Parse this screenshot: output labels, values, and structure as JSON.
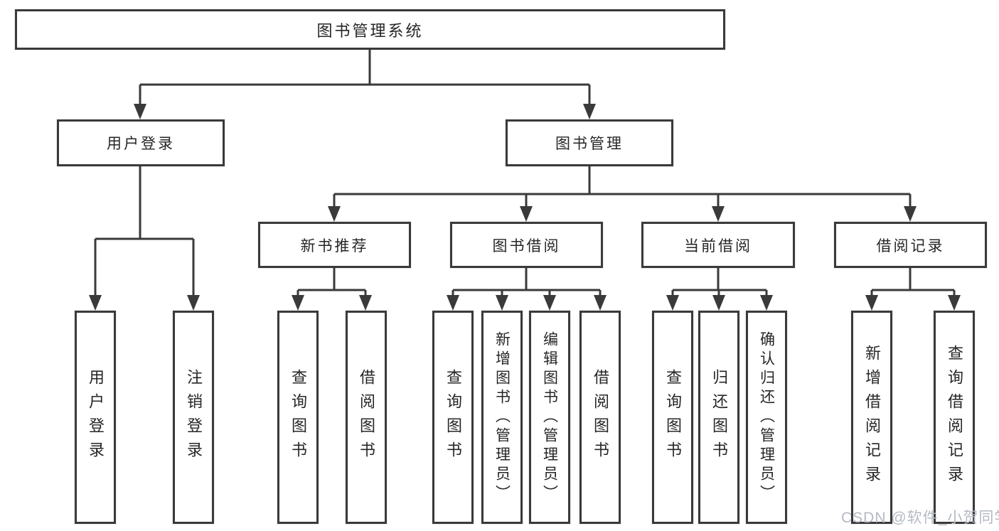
{
  "diagram_title": "图书管理系统",
  "nodes": {
    "root": {
      "label": "图书管理系统"
    },
    "login_branch": {
      "label": "用户登录"
    },
    "book_mgmt": {
      "label": "图书管理"
    },
    "user_login": {
      "label": "用户登录"
    },
    "logout_login": {
      "label": "注销登录"
    },
    "new_book_rec": {
      "label": "新书推荐"
    },
    "book_borrow": {
      "label": "图书借阅"
    },
    "current_borrow": {
      "label": "当前借阅"
    },
    "borrow_records": {
      "label": "借阅记录"
    },
    "nbr_query": {
      "label": "查询图书"
    },
    "nbr_borrow": {
      "label": "借阅图书"
    },
    "bb_query": {
      "label": "查询图书"
    },
    "bb_add": {
      "label": "新增图书（管理员）"
    },
    "bb_edit": {
      "label": "编辑图书（管理员）"
    },
    "bb_borrow": {
      "label": "借阅图书"
    },
    "cb_query": {
      "label": "查询图书"
    },
    "cb_return": {
      "label": "归还图书"
    },
    "cb_confirm": {
      "label": "确认归还（管理员）"
    },
    "br_add": {
      "label": "新增借阅记录"
    },
    "br_query": {
      "label": "查询借阅记录"
    }
  },
  "watermark": "CSDN @软件_小贺同学",
  "colors": {
    "border": "#3a3a3a",
    "line": "#3a3a3a",
    "text": "#262626",
    "bg": "#ffffff",
    "watermark": "#b4bac3"
  }
}
